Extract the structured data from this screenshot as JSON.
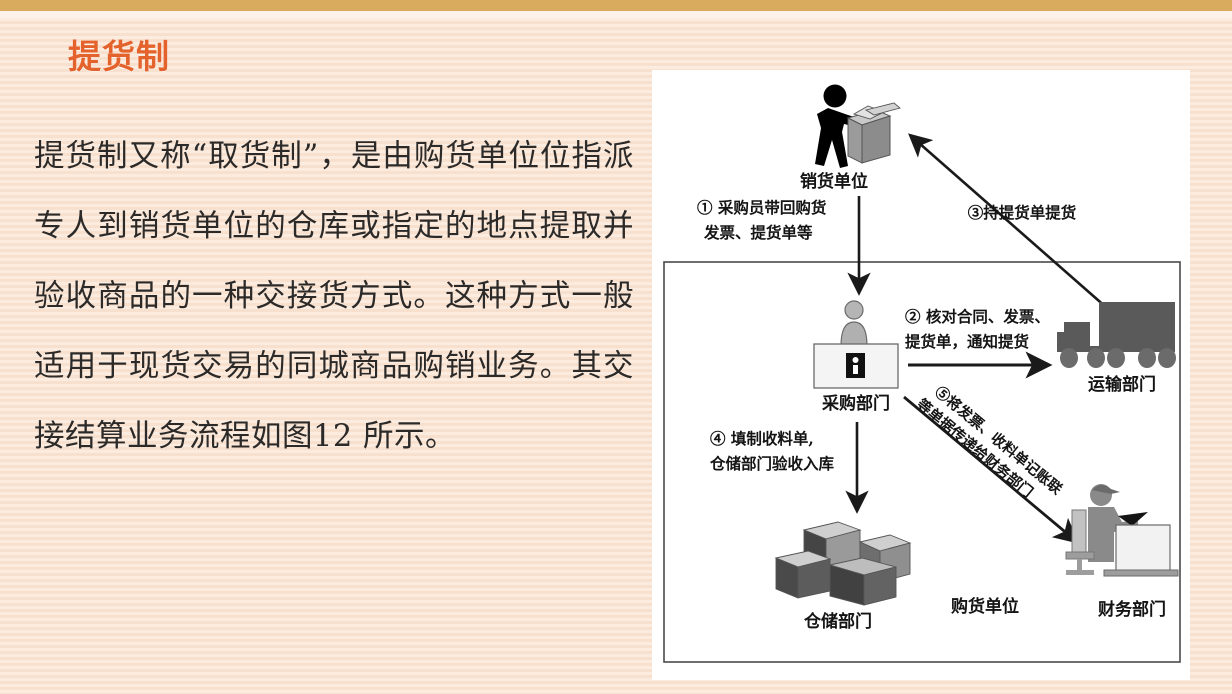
{
  "slide": {
    "title": "提货制",
    "body_paragraph": " 提货制又称“取货制”，是由购货单位位指派专人到销货单位的仓库或指定的地点提取并验收商品的一种交接货方式。这种方式一般适用于现货交易的同城商品购销业务。其交接结算业务流程如图12 所示。",
    "accent_color": "#e4622c",
    "top_bar_color": "#d9ab5f",
    "background_color": "#fae3d3"
  },
  "diagram": {
    "nodes": {
      "seller": "销货单位",
      "purchasing": "采购部门",
      "transport": "运输部门",
      "warehouse": "仓储部门",
      "finance": "财务部门",
      "buyer_boundary": "购货单位"
    },
    "steps": {
      "step1_line1": "① 采购员带回购货",
      "step1_line2": "发票、提货单等",
      "step2_line1": "② 核对合同、发票、",
      "step2_line2": "提货单，通知提货",
      "step3": "③持提货单提货",
      "step4_line1": "④ 填制收料单,",
      "step4_line2": "仓储部门验收入库",
      "step5_line1": "⑤将发票、收料单记账联",
      "step5_line2": "等单据传递给财务部门"
    }
  }
}
